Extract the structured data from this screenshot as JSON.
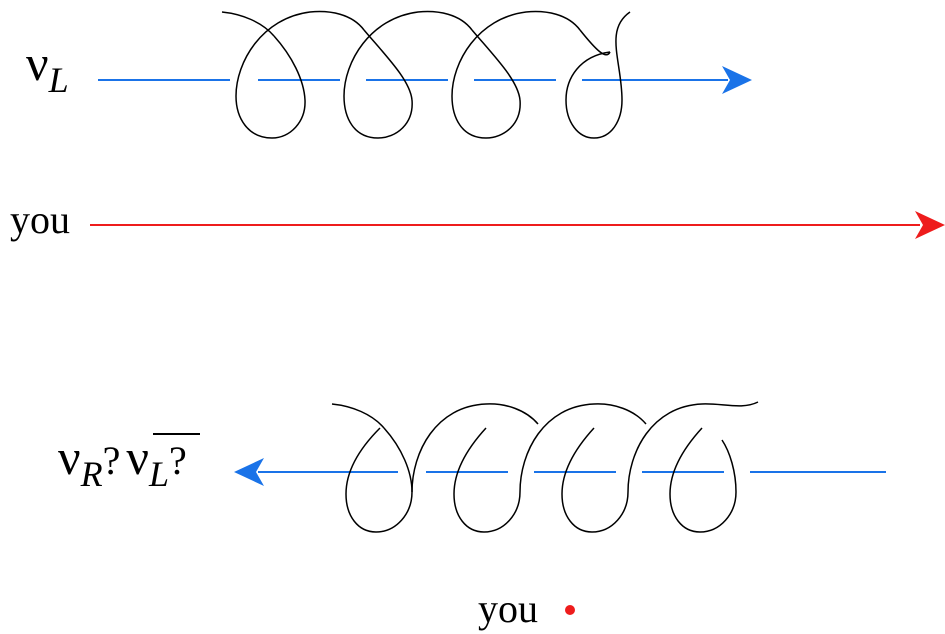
{
  "top": {
    "nu_symbol": "ν",
    "nu_subscript": "L",
    "observer_label": "you"
  },
  "bottom": {
    "nu_symbol": "ν",
    "nu_subscript": "R",
    "q1": "?",
    "nubar_symbol": "ν",
    "nubar_subscript": "L",
    "q2": "?",
    "observer_label": "you"
  },
  "colors": {
    "axis": "#1a73e8",
    "motion": "#ee1c1c",
    "helix": "#000000"
  }
}
